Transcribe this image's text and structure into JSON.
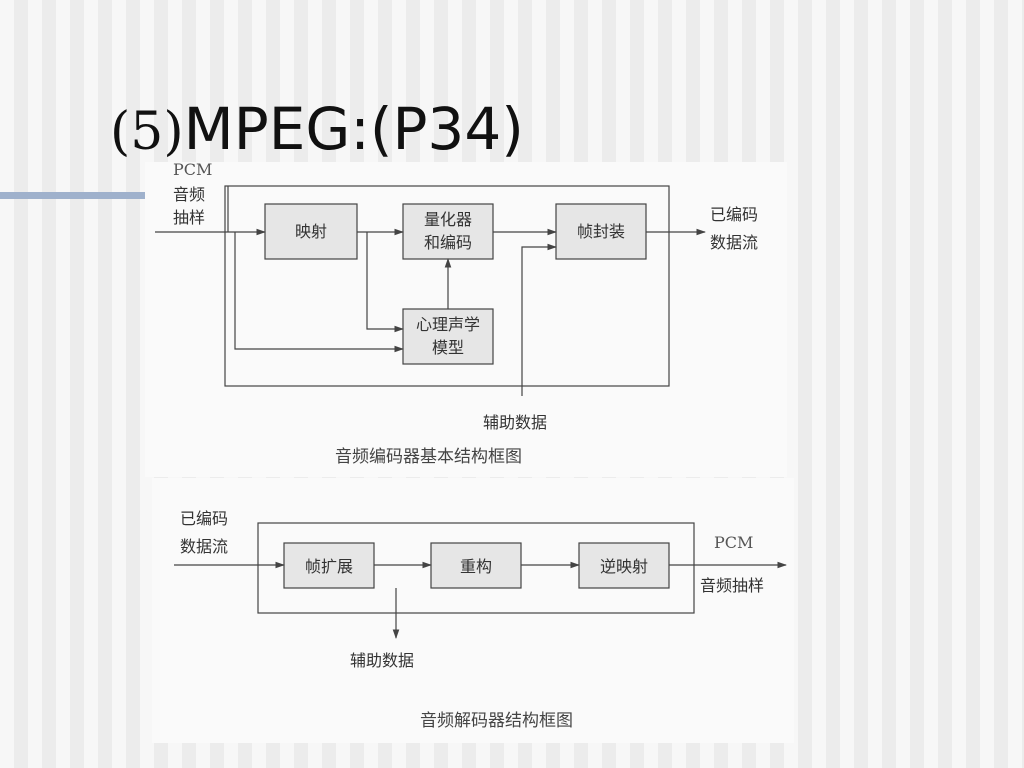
{
  "slide": {
    "title_number": "(5)",
    "title_text": "MPEG:(P34)"
  },
  "encoder": {
    "input_label": [
      "PCM",
      "音频",
      "抽样"
    ],
    "blocks": {
      "mapping": "映射",
      "quantize": [
        "量化器",
        "和编码"
      ],
      "frame_pack": "帧封装",
      "psycho": [
        "心理声学",
        "模型"
      ]
    },
    "output_label": [
      "已编码",
      "数据流"
    ],
    "aux_label": "辅助数据",
    "caption": "音频编码器基本结构框图"
  },
  "decoder": {
    "input_label": [
      "已编码",
      "数据流"
    ],
    "blocks": {
      "frame_unpack": "帧扩展",
      "reconstruct": "重构",
      "inverse_map": "逆映射"
    },
    "output_label": [
      "PCM",
      "音频抽样"
    ],
    "aux_label": "辅助数据",
    "caption": "音频解码器结构框图"
  }
}
